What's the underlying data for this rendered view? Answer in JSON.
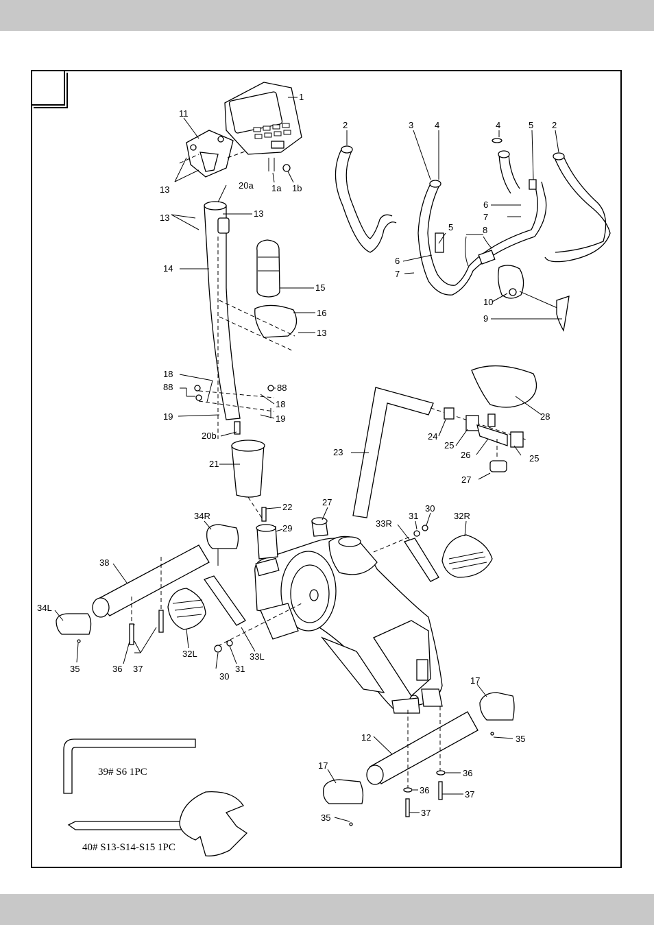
{
  "labels": {
    "p1": "1",
    "p1a": "1a",
    "p1b": "1b",
    "p2a": "2",
    "p2b": "2",
    "p3": "3",
    "p4a": "4",
    "p4b": "4",
    "p5a": "5",
    "p5b": "5",
    "p6a": "6",
    "p6b": "6",
    "p7a": "7",
    "p7b": "7",
    "p8": "8",
    "p9": "9",
    "p10": "10",
    "p11": "11",
    "p12": "12",
    "p13a": "13",
    "p13b": "13",
    "p13c": "13",
    "p13d": "13",
    "p14": "14",
    "p15": "15",
    "p16": "16",
    "p17a": "17",
    "p17b": "17",
    "p18a": "18",
    "p18b": "18",
    "p19a": "19",
    "p19b": "19",
    "p20a": "20a",
    "p20b": "20b",
    "p21": "21",
    "p22": "22",
    "p23": "23",
    "p24": "24",
    "p25a": "25",
    "p25b": "25",
    "p26": "26",
    "p27a": "27",
    "p27b": "27",
    "p28": "28",
    "p29": "29",
    "p30a": "30",
    "p30b": "30",
    "p31a": "31",
    "p31b": "31",
    "p32L": "32L",
    "p32R": "32R",
    "p33L": "33L",
    "p33R": "33R",
    "p34L": "34L",
    "p34R": "34R",
    "p35a": "35",
    "p35b": "35",
    "p35c": "35",
    "p36a": "36",
    "p36b": "36",
    "p36c": "36",
    "p37a": "37",
    "p37b": "37",
    "p37c": "37",
    "p38": "38",
    "p88a": "88",
    "p88b": "88"
  },
  "tools": {
    "allen_key": "39# S6 1PC",
    "wrench": "40# S13-S14-S15 1PC"
  }
}
